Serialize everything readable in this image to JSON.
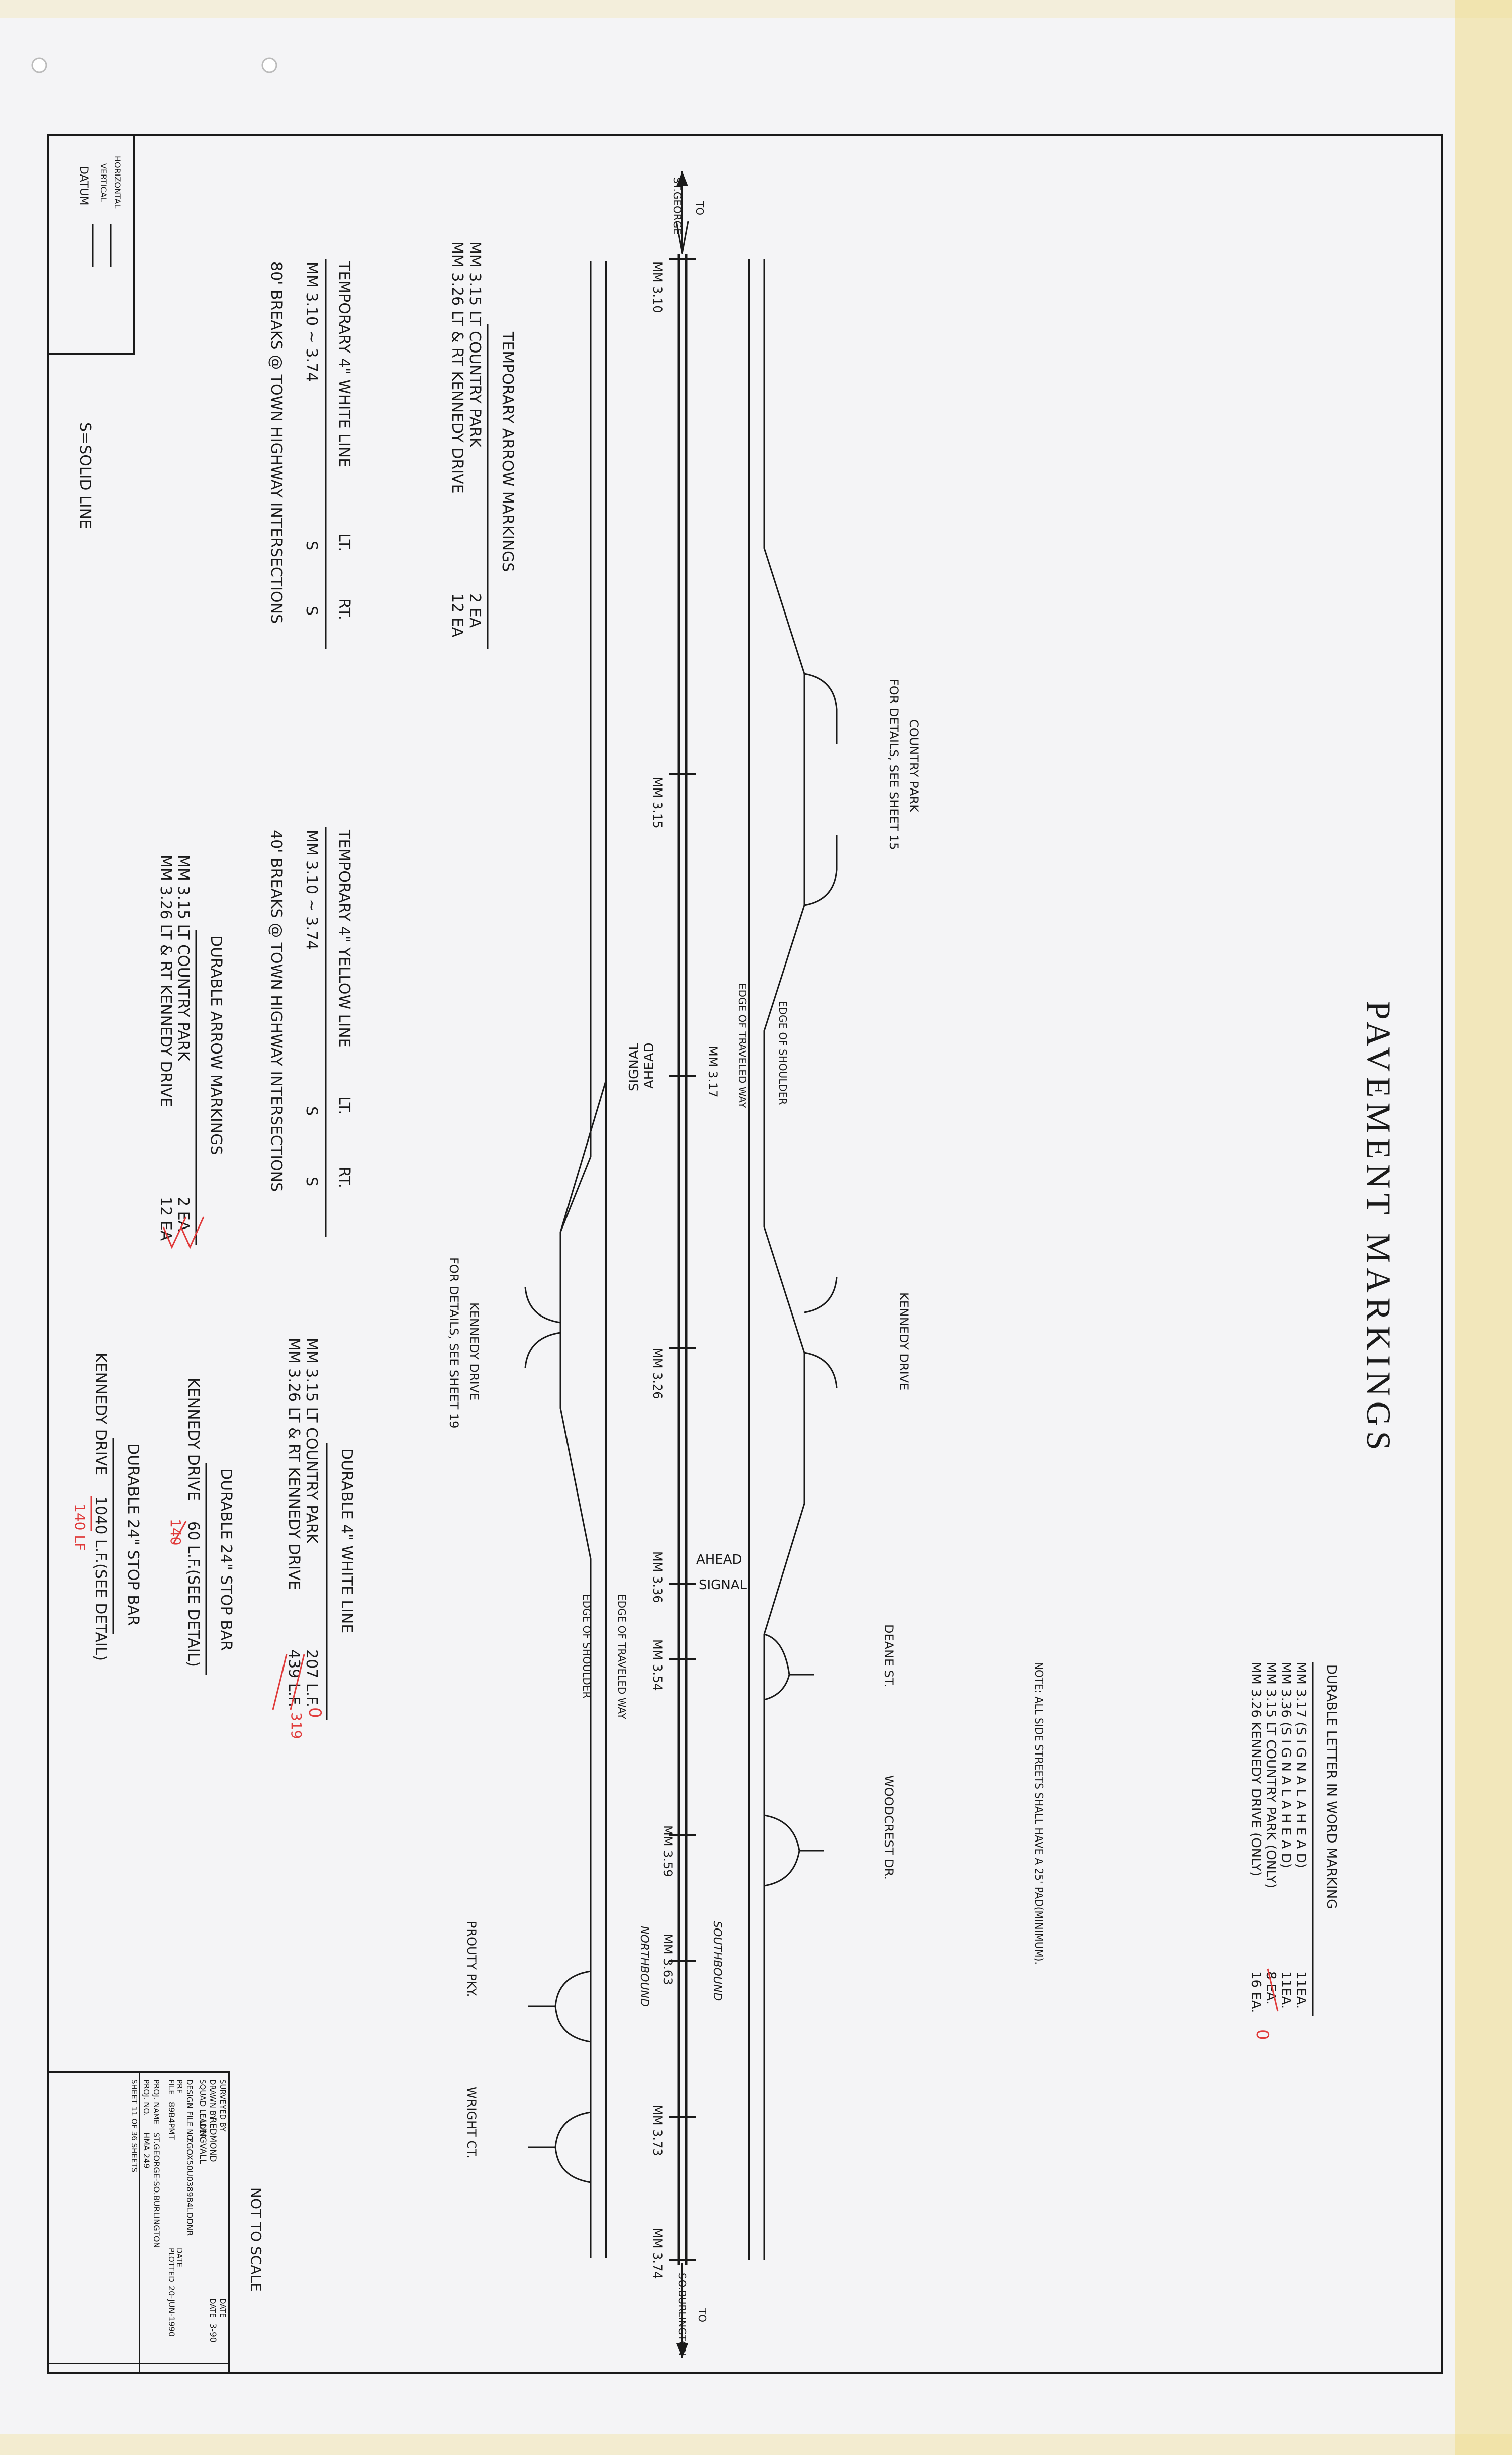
{
  "title": "PAVEMENT MARKINGS",
  "datum": {
    "heading": "DATUM",
    "vertical_label": "VERTICAL",
    "horizontal_label": "HORIZONTAL"
  },
  "legend": {
    "solid_line": "S=SOLID LINE"
  },
  "road": {
    "west_terminal": {
      "to": "TO",
      "place": "ST.GEORGE"
    },
    "east_terminal": {
      "to": "TO",
      "place": "SO.BURLINGTON"
    },
    "milemarkers": [
      "MM 3.10",
      "MM 3.15",
      "MM 3.17",
      "MM 3.26",
      "MM 3.36",
      "MM 3.54",
      "MM 3.59",
      "MM 3.63",
      "MM 3.73",
      "MM 3.74"
    ],
    "edge_of_shoulder": "EDGE OF SHOULDER",
    "edge_of_traveled_way": "EDGE OF TRAVELED WAY",
    "signal_ahead": {
      "word1": "SIGNAL",
      "word2": "AHEAD"
    },
    "ahead_signal": {
      "word1": "AHEAD",
      "word2": "SIGNAL"
    },
    "southbound": "SOUTHBOUND",
    "northbound": "NORTHBOUND",
    "side_streets": {
      "country_park": {
        "name": "COUNTRY PARK",
        "detail": "FOR DETAILS, SEE SHEET 15"
      },
      "kennedy_drive_north": "KENNEDY DRIVE",
      "kennedy_drive_south": {
        "name": "KENNEDY DRIVE",
        "detail": "FOR DETAILS, SEE SHEET 19"
      },
      "deane_st": "DEANE ST.",
      "woodcrest_dr": "WOODCREST DR.",
      "prouty_pky": "PROUTY PKY.",
      "wright_ct": "WRIGHT CT."
    }
  },
  "note": "NOTE: ALL SIDE STREETS SHALL HAVE A 25' PAD(MINIMUM).",
  "durable_letter": {
    "heading": "DURABLE LETTER IN WORD MARKING",
    "rows": [
      {
        "text": "MM 3.17 (S I G N A L  A H E A D)",
        "qty": "11EA."
      },
      {
        "text": "MM 3.36 (S I G N A L  A H E A D)",
        "qty": "11EA."
      },
      {
        "text": "MM 3.15 LT COUNTRY PARK (ONLY)",
        "qty": "8 EA."
      },
      {
        "text": "MM 3.26 KENNEDY DRIVE (ONLY)",
        "qty": "16 EA."
      }
    ],
    "handwritten": "0"
  },
  "temp_arrow": {
    "heading": "TEMPORARY ARROW MARKINGS",
    "rows": [
      {
        "text": "MM 3.15 LT COUNTRY PARK",
        "qty": "2 EA"
      },
      {
        "text": "MM 3.26 LT & RT KENNEDY DRIVE",
        "qty": "12 EA"
      }
    ]
  },
  "temp_white": {
    "heading": "TEMPORARY 4\" WHITE LINE",
    "lt": "LT.",
    "rt": "RT.",
    "range": "MM 3.10 ~ 3.74",
    "lt_val": "S",
    "rt_val": "S",
    "breaks": "80' BREAKS @ TOWN HIGHWAY INTERSECTIONS"
  },
  "temp_yellow": {
    "heading": "TEMPORARY 4\" YELLOW LINE",
    "lt": "LT.",
    "rt": "RT.",
    "range": "MM 3.10 ~ 3.74",
    "lt_val": "S",
    "rt_val": "S",
    "breaks": "40' BREAKS @ TOWN HIGHWAY INTERSECTIONS"
  },
  "durable_arrow": {
    "heading": "DURABLE ARROW MARKINGS",
    "rows": [
      {
        "text": "MM 3.15 LT COUNTRY PARK",
        "qty": "2 EA"
      },
      {
        "text": "MM 3.26 LT & RT KENNEDY DRIVE",
        "qty": "12 EA"
      }
    ]
  },
  "durable_white": {
    "heading": "DURABLE 4\" WHITE LINE",
    "rows": [
      {
        "text": "MM 3.15 LT COUNTRY PARK",
        "qty": "207 L.F.",
        "note": "0"
      },
      {
        "text": "MM 3.26 LT & RT KENNEDY DRIVE",
        "qty": "439 L.F.",
        "note": "319"
      }
    ]
  },
  "stop_bar_1": {
    "heading": "DURABLE 24\" STOP BAR",
    "text": "KENNEDY DRIVE",
    "qty": "60 L.F.(SEE DETAIL)",
    "note": "140"
  },
  "stop_bar_2": {
    "heading": "DURABLE 24\" STOP BAR",
    "text": "KENNEDY DRIVE",
    "qty": "1040 L.F.(SEE DETAIL)",
    "note": "140 LF"
  },
  "not_to_scale": "NOT TO SCALE",
  "title_block": {
    "surveyed_by": "SURVEYED BY",
    "drawn_by": "DRAWN BY",
    "drawn_val": "REDMOND",
    "squad_leader": "SQUAD LEADER",
    "squad_val": "LUNGVALL",
    "date": "DATE",
    "date_val": "3-90",
    "design_file": "DESIGN FILE NO.",
    "design_val": "ZGOX50U0389B4LDDNR",
    "prf": "PRF",
    "file": "FILE",
    "file_val": "89B4PMT",
    "plotted": "PLOTTED",
    "plotted_val": "20-JUN-1990",
    "proj_name": "PROJ. NAME",
    "proj_val": "ST.GEORGE-SO.BURLINGTON",
    "proj_no": "PROJ. NO.",
    "proj_no_val": "HMA 249",
    "sheet": "SHEET 11 OF 36 SHEETS"
  },
  "colors": {
    "ink": "#1a1a1a",
    "redline": "#e03b3b",
    "paper": "#f4f4f6",
    "edge_tape": "#f1dc8a"
  }
}
